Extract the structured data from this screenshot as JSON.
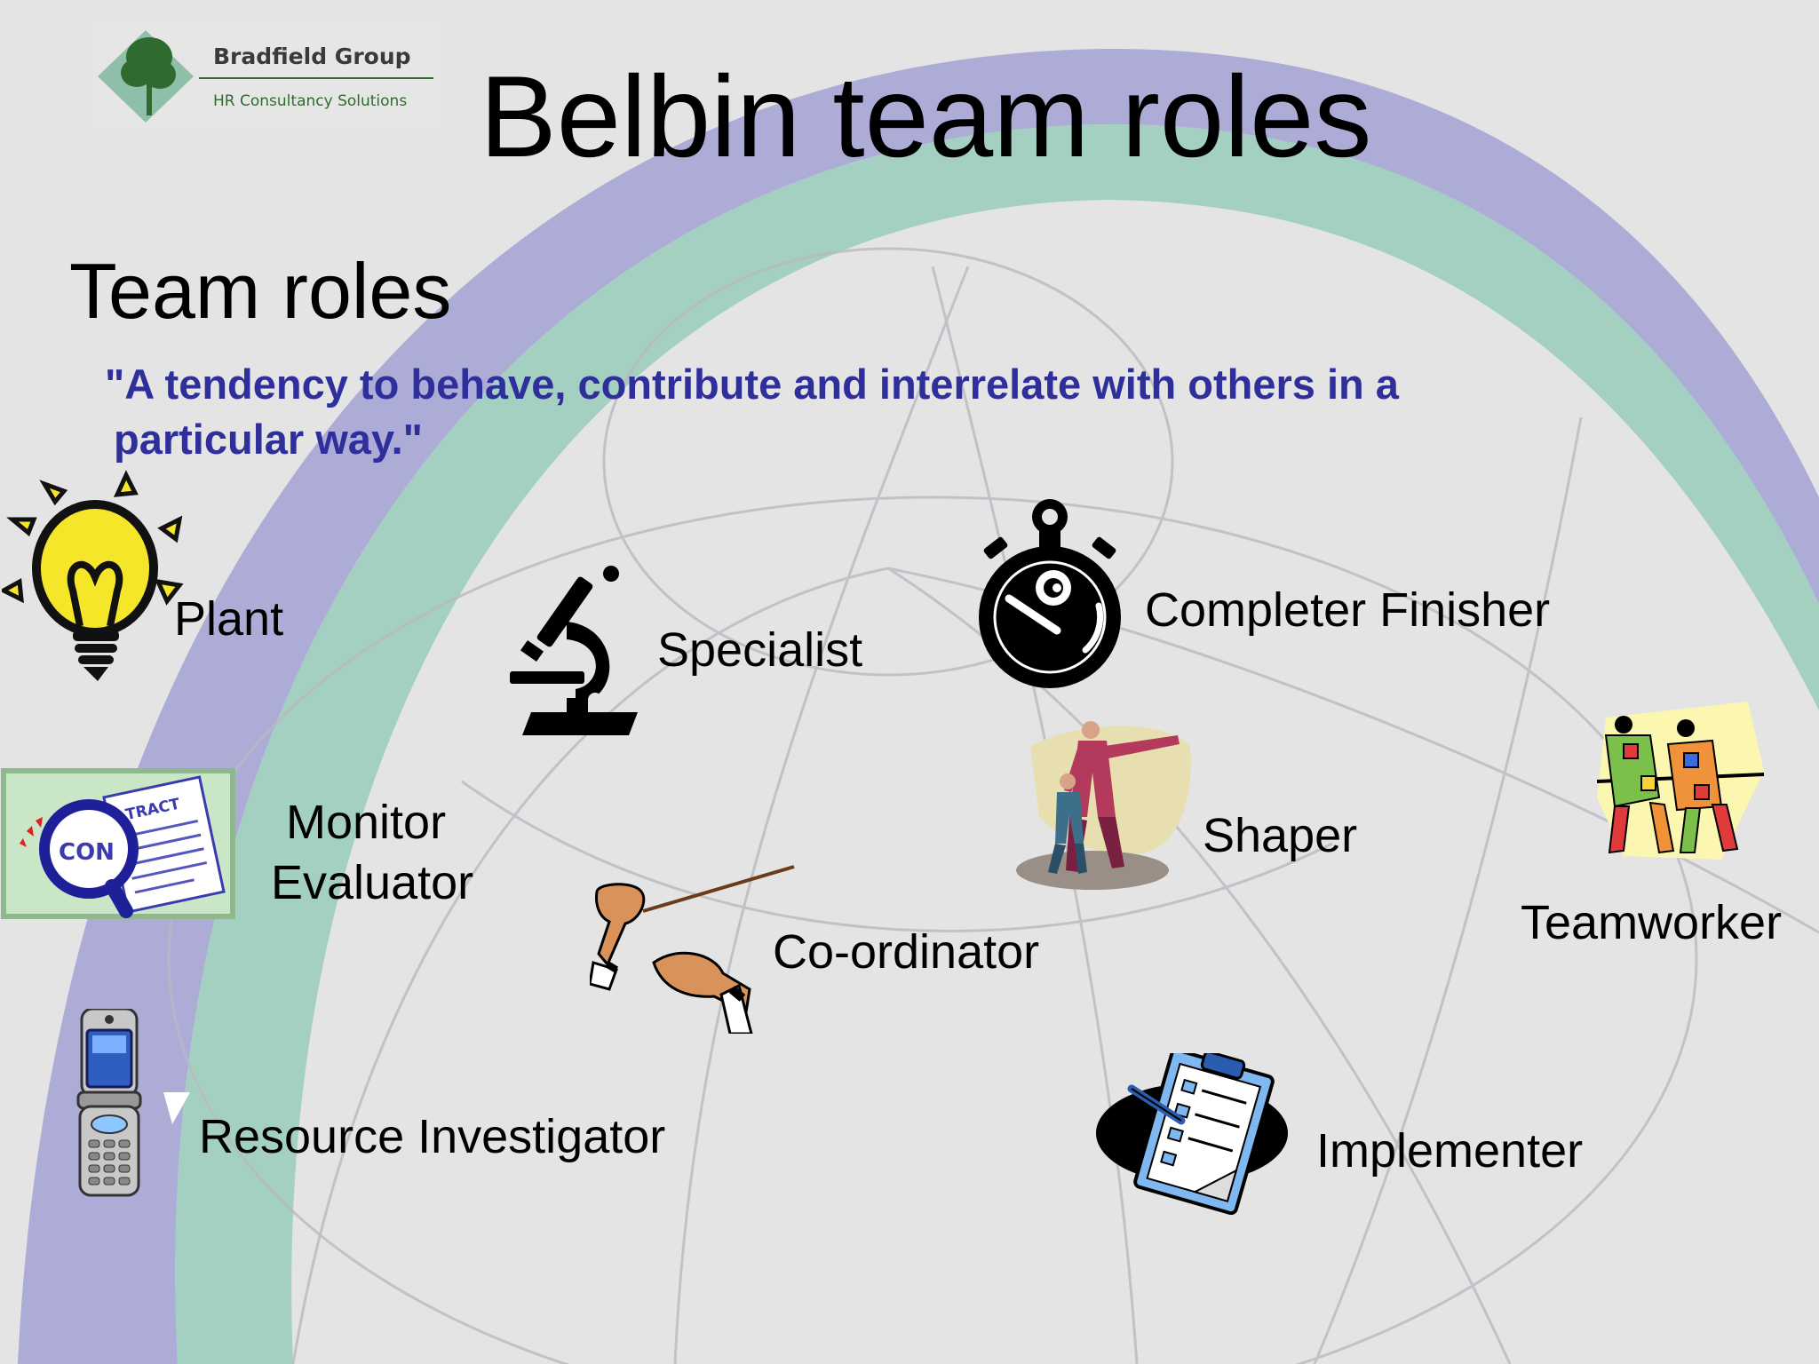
{
  "logo": {
    "company": "Bradfield Group",
    "tagline": "HR Consultancy Solutions",
    "icon": "tree-logo-icon"
  },
  "title": "Belbin team roles",
  "subtitle": "Team roles",
  "quote": {
    "line1": "\"A tendency to behave, contribute and interrelate with others in a",
    "line2": "particular way.\""
  },
  "roles": {
    "plant": {
      "label": "Plant",
      "icon": "lightbulb-icon"
    },
    "specialist": {
      "label": "Specialist",
      "icon": "microscope-icon"
    },
    "completer_finisher": {
      "label": "Completer Finisher",
      "icon": "stopwatch-icon"
    },
    "monitor_evaluator": {
      "line1": "Monitor",
      "line2": "Evaluator",
      "icon": "magnifier-contract-icon",
      "contract_word": "CONTRACT"
    },
    "shaper": {
      "label": "Shaper",
      "icon": "pointing-men-icon"
    },
    "teamworker": {
      "label": "Teamworker",
      "icon": "three-legged-race-icon"
    },
    "coordinator": {
      "label": "Co-ordinator",
      "icon": "conductor-hands-icon"
    },
    "resource_investigator": {
      "label": "Resource Investigator",
      "icon": "flip-phone-icon"
    },
    "implementer": {
      "label": "Implementer",
      "icon": "clipboard-checklist-icon"
    }
  },
  "colors": {
    "background": "#e4e4e4",
    "arc_purple": "#a9a9d6",
    "arc_teal": "#9fcfbf",
    "quote_text": "#2e2f9a",
    "logo_green": "#2f6b2f"
  }
}
